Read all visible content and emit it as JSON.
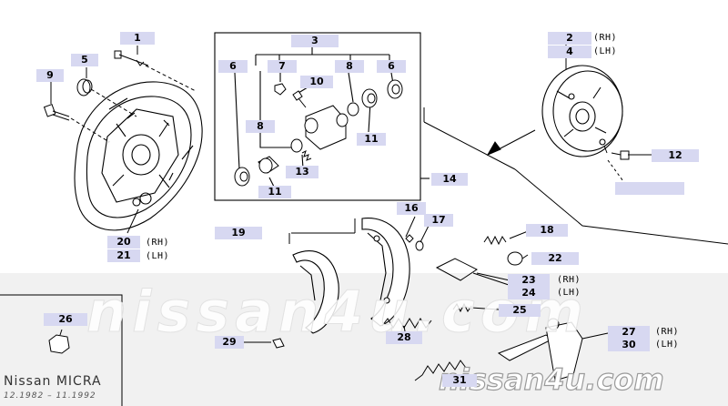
{
  "labels": {
    "l1": "1",
    "l2": "2",
    "l3": "3",
    "l4": "4",
    "l5": "5",
    "l6a": "6",
    "l6b": "6",
    "l7": "7",
    "l8a": "8",
    "l8b": "8",
    "l9": "9",
    "l10": "10",
    "l11a": "11",
    "l11b": "11",
    "l12": "12",
    "l13": "13",
    "l14": "14",
    "l15": "",
    "l16": "16",
    "l17": "17",
    "l18": "18",
    "l19": "19",
    "l20": "20",
    "l21": "21",
    "l22": "22",
    "l23": "23",
    "l24": "24",
    "l25": "25",
    "l26": "26",
    "l27": "27",
    "l28": "28",
    "l29": "29",
    "l30": "30",
    "l31": "31"
  },
  "sides": {
    "rh": "(RH)",
    "lh": "(LH)"
  },
  "watermark": {
    "main": "nissan4u.com",
    "url": "nissan4u.com"
  },
  "footer": {
    "model": "Nissan MICRA",
    "dates": "12.1982 – 11.1992"
  },
  "colors": {
    "label_bg": "#d7d8f1",
    "line": "#000000",
    "watermark_band": "#f0f0f0"
  }
}
